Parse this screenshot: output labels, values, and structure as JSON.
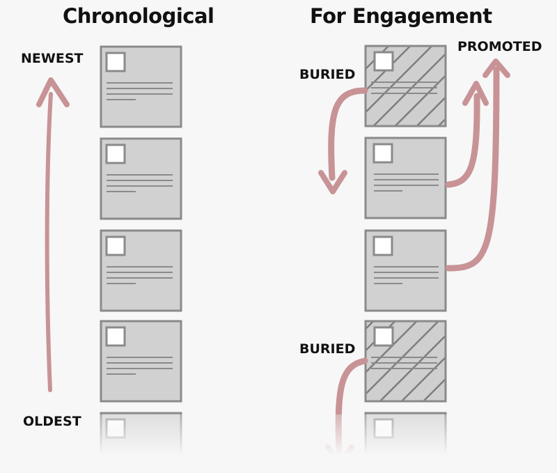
{
  "titles": {
    "left": "Chronological",
    "right": "For Engagement"
  },
  "labels": {
    "newest": "NEWEST",
    "oldest": "OLDEST",
    "buried_top": "BURIED",
    "buried_bottom": "BURIED",
    "promoted": "PROMOTED"
  },
  "colors": {
    "background": "#f7f7f7",
    "card_fill": "#d1d1d1",
    "card_border": "#8a8a8a",
    "thumb_fill": "#ffffff",
    "arrow": "#c89396",
    "text": "#111111"
  }
}
